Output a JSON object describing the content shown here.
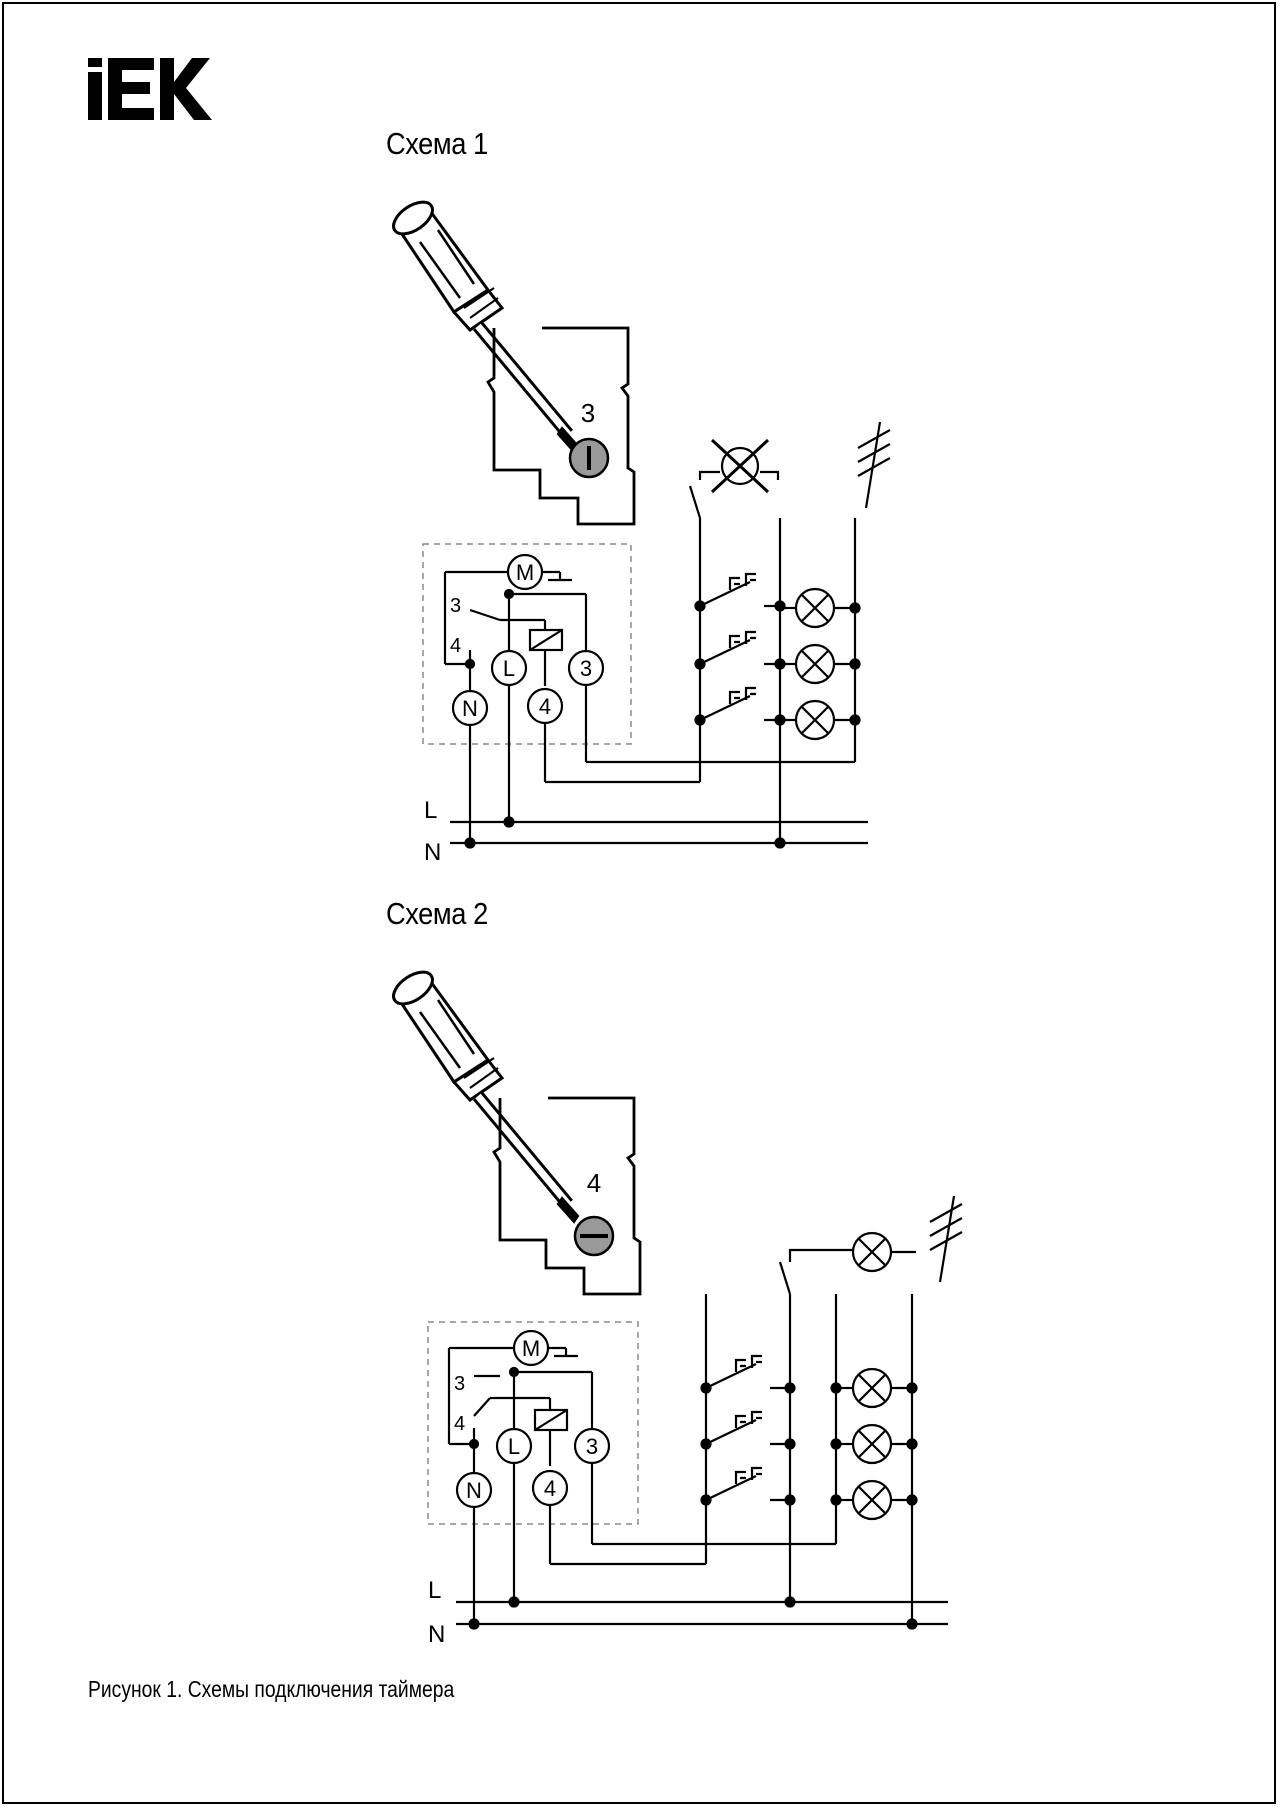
{
  "brand": {
    "logo_text": "IEK"
  },
  "scheme1": {
    "title": "Схема 1",
    "screw_label": "3",
    "terminals": {
      "m": "M",
      "n": "N",
      "l": "L",
      "t3": "3",
      "t4": "4"
    },
    "contacts": {
      "c3": "3",
      "c4": "4"
    },
    "bus": {
      "l": "L",
      "n": "N"
    }
  },
  "scheme2": {
    "title": "Схема 2",
    "screw_label": "4",
    "terminals": {
      "m": "M",
      "n": "N",
      "l": "L",
      "t3": "3",
      "t4": "4"
    },
    "contacts": {
      "c3": "3",
      "c4": "4"
    },
    "bus": {
      "l": "L",
      "n": "N"
    }
  },
  "caption": "Рисунок 1. Схемы подключения таймера",
  "colors": {
    "line": "#000000",
    "screw": "#999999",
    "dashed": "#8a8a8a"
  }
}
